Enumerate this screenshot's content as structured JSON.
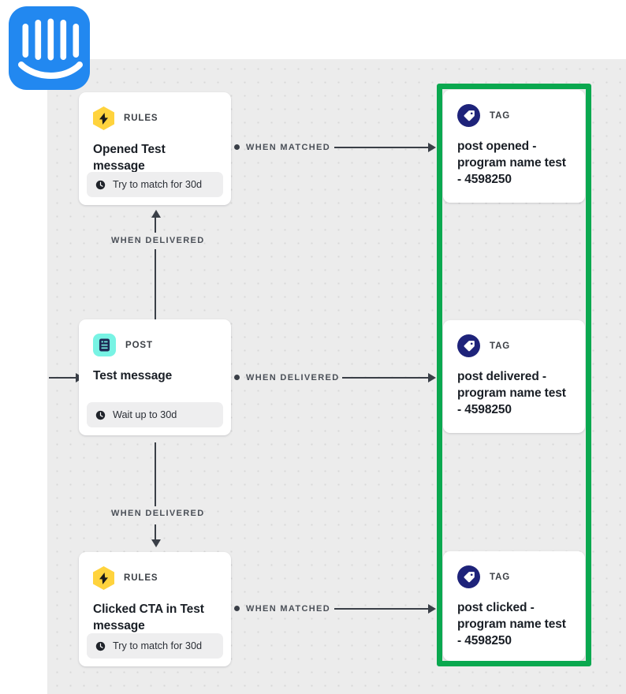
{
  "app": {
    "logo_name": "intercom-logo",
    "canvas_name": "workflow-canvas"
  },
  "colors": {
    "accent_blue": "#2288f0",
    "rules_yellow": "#ffd33d",
    "post_teal": "#78f3e4",
    "tag_navy": "#1e237a",
    "highlight_green": "#0aa84f",
    "canvas_bg": "#ececec",
    "card_bg": "#ffffff",
    "line": "#3a3f47"
  },
  "nodes": [
    {
      "id": "rules-opened",
      "kind": "RULES",
      "icon": "bolt-icon",
      "title": "Opened Test message",
      "footer": "Try to match for 30d",
      "footer_icon": "clock-icon"
    },
    {
      "id": "post-test-message",
      "kind": "POST",
      "icon": "post-document-icon",
      "title": "Test message",
      "footer": "Wait up to 30d",
      "footer_icon": "clock-icon"
    },
    {
      "id": "rules-clicked-cta",
      "kind": "RULES",
      "icon": "bolt-icon",
      "title": "Clicked CTA in Test message",
      "footer": "Try to match for 30d",
      "footer_icon": "clock-icon"
    },
    {
      "id": "tag-post-opened",
      "kind": "TAG",
      "icon": "tag-icon",
      "title": "post opened - program name test - 4598250"
    },
    {
      "id": "tag-post-delivered",
      "kind": "TAG",
      "icon": "tag-icon",
      "title": "post delivered - program name test - 4598250"
    },
    {
      "id": "tag-post-clicked",
      "kind": "TAG",
      "icon": "tag-icon",
      "title": "post clicked - program name test - 4598250"
    }
  ],
  "connectors": [
    {
      "id": "opened-to-tag",
      "label": "WHEN MATCHED"
    },
    {
      "id": "post-to-opened",
      "label": "WHEN DELIVERED"
    },
    {
      "id": "post-to-tag",
      "label": "WHEN DELIVERED"
    },
    {
      "id": "post-to-clicked",
      "label": "WHEN DELIVERED"
    },
    {
      "id": "clicked-to-tag",
      "label": "WHEN MATCHED"
    }
  ]
}
